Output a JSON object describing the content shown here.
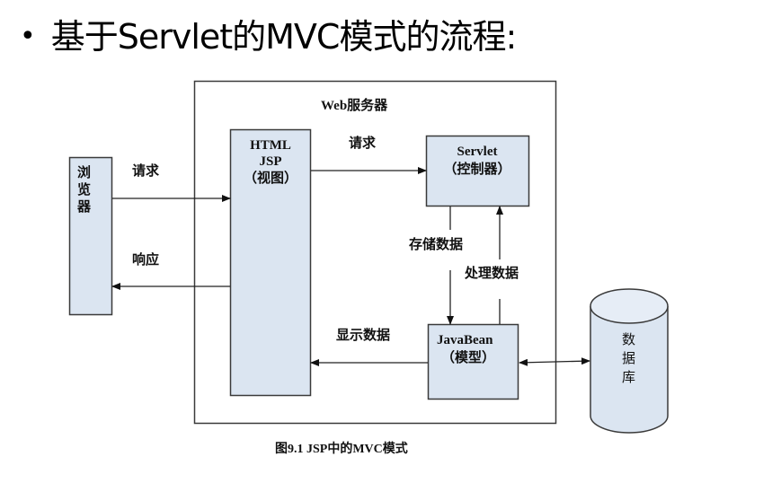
{
  "slide": {
    "bullet": "•",
    "title": "基于Servlet的MVC模式的流程:"
  },
  "diagram": {
    "server_label": "Web服务器",
    "browser": {
      "line1": "浏",
      "line2": "览",
      "line3": "器"
    },
    "view": {
      "line1": "HTML",
      "line2": "JSP",
      "line3": "（视图）"
    },
    "controller": {
      "line1": "Servlet",
      "line2": "（控制器）"
    },
    "model": {
      "line1": "JavaBean",
      "line2": "（模型）"
    },
    "database": {
      "line1": "数",
      "line2": "据",
      "line3": "库"
    },
    "edges": {
      "browser_to_view": "请求",
      "view_to_browser": "响应",
      "view_to_controller": "请求",
      "controller_to_model": "存储数据",
      "model_to_controller": "处理数据",
      "model_to_view": "显示数据"
    },
    "caption": "图9.1  JSP中的MVC模式",
    "colors": {
      "box_fill": "#dbe5f1",
      "stroke": "#3a3a3a",
      "cylinder_top": "#e6edf6"
    }
  }
}
